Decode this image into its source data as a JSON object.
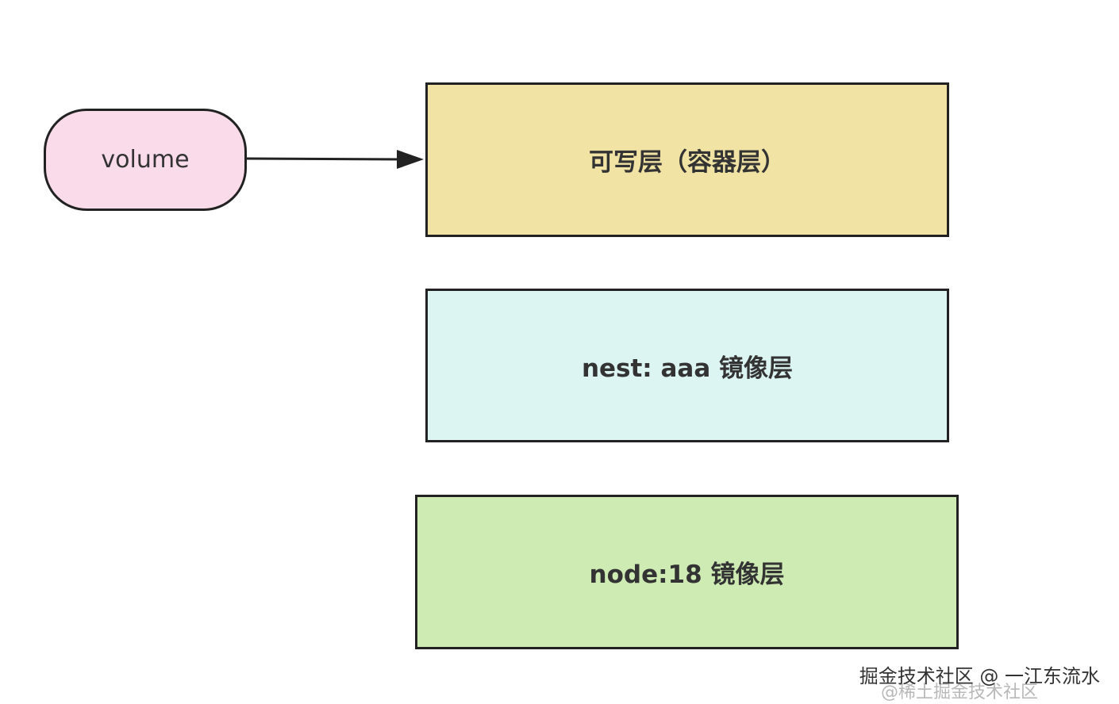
{
  "colors": {
    "volume_fill": "#fadbe9",
    "writable_fill": "#f0e3a4",
    "nest_fill": "#dcf5f3",
    "node_fill": "#ceebb4",
    "stroke": "#222222",
    "text": "#333333"
  },
  "nodes": {
    "volume_label": "volume",
    "writable_label": "可写层（容器层）",
    "nest_label": "nest: aaa 镜像层",
    "node_label": "node:18 镜像层"
  },
  "watermark": {
    "text": "掘金技术社区 @ 一江东流水",
    "ghost_text": "@稀土掘金技术社区"
  }
}
